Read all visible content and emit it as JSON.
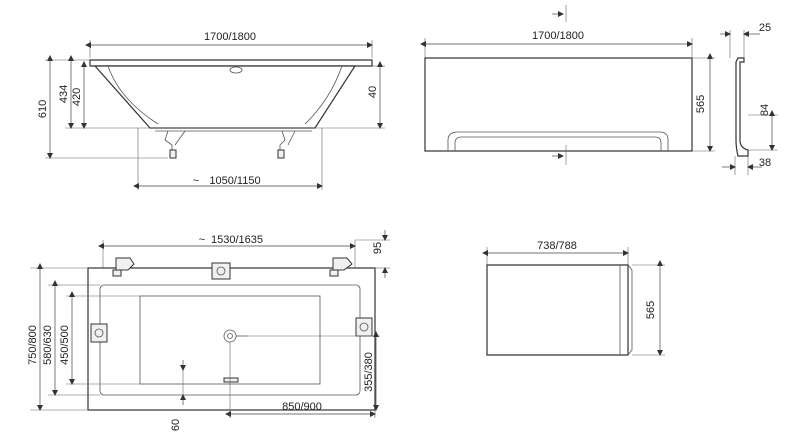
{
  "views": {
    "side_section": {
      "length_label": "1700/1800",
      "height_610": "610",
      "height_434": "434",
      "height_420": "420",
      "rim_40": "40",
      "base_label": "1050/1150",
      "approx_symbol": "~"
    },
    "front_panel": {
      "length_label": "1700/1800",
      "height_label": "565"
    },
    "panel_profile": {
      "top_label": "25",
      "mid_label": "84",
      "bottom_label": "38"
    },
    "top_view": {
      "inner_length_label": "1530/1635",
      "approx_symbol": "~",
      "rim_label": "95",
      "width_outer_label": "750/800",
      "width_mid_label": "580/630",
      "width_inner_label": "450/500",
      "drain_offset_label": "355/380",
      "drain_pos_label": "850/900",
      "bottom_label": "60"
    },
    "side_panel": {
      "width_label": "738/788",
      "height_label": "565"
    }
  }
}
